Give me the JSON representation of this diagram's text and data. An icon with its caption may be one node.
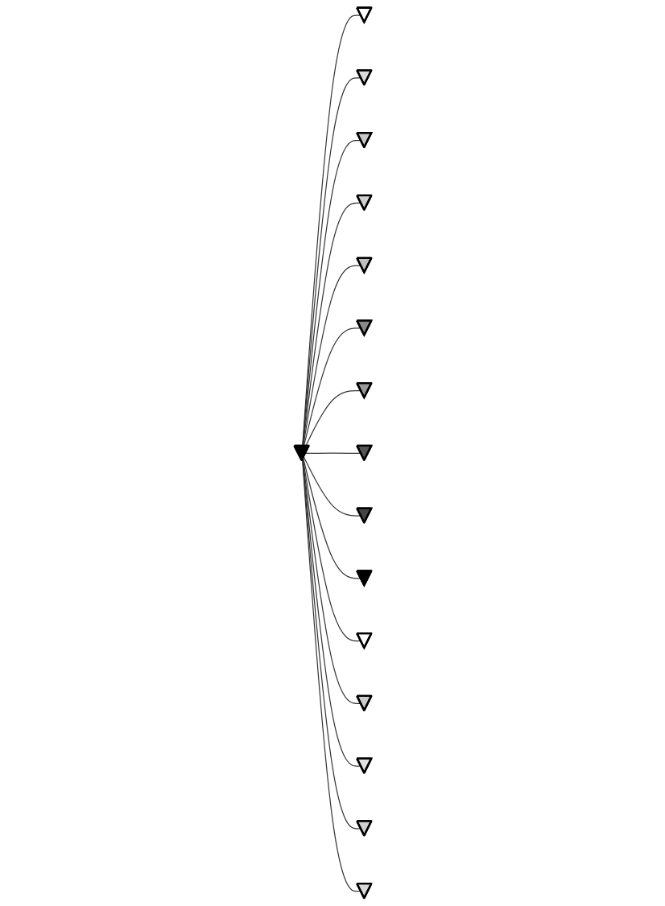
{
  "diagram": {
    "nodes": [
      {
        "text": [],
        "shape": "triangle"
      },
      {
        "text": [],
        "shape": "triangle"
      },
      {
        "text": [],
        "shape": "triangle"
      },
      {
        "text": [],
        "shape": "triangle"
      },
      {
        "text": [],
        "shape": "triangle"
      },
      {
        "text": [],
        "shape": "triangle"
      },
      {
        "text": [],
        "shape": "triangle"
      },
      {
        "text": [],
        "shape": "triangle"
      },
      {
        "text": [],
        "shape": "triangle"
      },
      {
        "text": [],
        "shape": "triangle"
      },
      {
        "text": [],
        "shape": "triangle"
      },
      {
        "text": [],
        "shape": "triangle"
      },
      {
        "text": [],
        "shape": "triangle"
      },
      {
        "text": [],
        "shape": "triangle"
      },
      {
        "text": [],
        "shape": "triangle"
      },
      {
        "text": [],
        "shape": "triangle"
      }
    ],
    "edges": [
      {
        "from": 0,
        "to": 1,
        "arrow": "none"
      },
      {
        "from": 0,
        "to": 2,
        "arrow": "none"
      },
      {
        "from": 0,
        "to": 3,
        "arrow": "none"
      },
      {
        "from": 0,
        "to": 4,
        "arrow": "none"
      },
      {
        "from": 0,
        "to": 5,
        "arrow": "none"
      },
      {
        "from": 0,
        "to": 6,
        "arrow": "none"
      },
      {
        "from": 0,
        "to": 7,
        "arrow": "none"
      },
      {
        "from": 0,
        "to": 8,
        "arrow": "none"
      },
      {
        "from": 0,
        "to": 9,
        "arrow": "none"
      },
      {
        "from": 0,
        "to": 10,
        "arrow": "none"
      },
      {
        "from": 0,
        "to": 11,
        "arrow": "none"
      },
      {
        "from": 0,
        "to": 12,
        "arrow": "none"
      },
      {
        "from": 0,
        "to": 13,
        "arrow": "none"
      },
      {
        "from": 0,
        "to": 14,
        "arrow": "none"
      },
      {
        "from": 0,
        "to": 15,
        "arrow": "none"
      }
    ]
  }
}
